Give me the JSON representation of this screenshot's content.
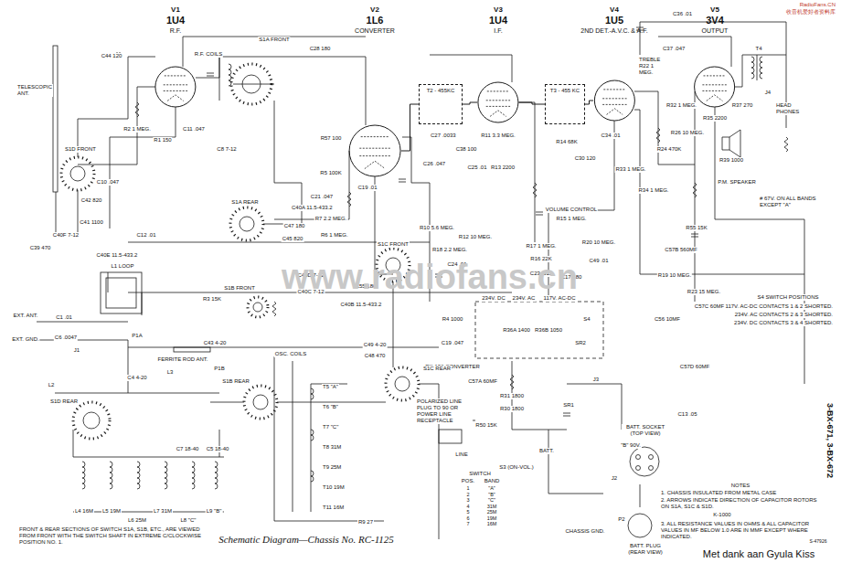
{
  "diagram": {
    "caption": "Schematic Diagram—Chassis No. RC-1125",
    "nodes": [
      {
        "text": [
          "V1",
          "1U4",
          "R.F."
        ]
      },
      {
        "text": [
          "V2",
          "1L6",
          "CONVERTER"
        ]
      },
      {
        "text": [
          "T2 - 455KC"
        ]
      },
      {
        "text": [
          "V3",
          "1U4",
          "I.F."
        ]
      },
      {
        "text": [
          "T3 - 455 KC"
        ]
      },
      {
        "text": [
          "V4",
          "1U5",
          "2ND DET.-A.V.C. & A.F."
        ]
      },
      {
        "text": [
          "V5",
          "3V4",
          "OUTPUT"
        ]
      }
    ],
    "edges": [
      {
        "from": 1,
        "to": 2,
        "arrow": "none"
      },
      {
        "from": 2,
        "to": 3,
        "arrow": "none"
      },
      {
        "from": 3,
        "to": 4,
        "arrow": "none"
      },
      {
        "from": 4,
        "to": 5,
        "arrow": "none"
      }
    ],
    "labels": [
      "RadioFans.CN",
      "收音机爱好者资料库",
      "TELESCOPIC ANT.",
      "C44 120",
      "R2 1 MEG.",
      "R1 150",
      "C11 .047",
      "S1D FRONT",
      "C39 470",
      "C10 .047",
      "C42 820",
      "C41 1100",
      "C40F 7-12",
      "C40E 11.5-433.2",
      "C12 .01",
      "R.F. COILS",
      "S1A FRONT",
      "C28 180",
      "C8 7-12",
      "S1A REAR",
      "C40A 11.5-433.2",
      "C47 180",
      "C45 820",
      "R7 2.2 MEG.",
      "R6 1 MEG.",
      "C21 .047",
      "R57 100",
      "R5 100K",
      "C19 .01",
      "C27 .0033",
      "C26 .047",
      "C38 100",
      "R11 3.3 MEG.",
      "C25 .01",
      "R13 2200",
      "R10 5.6 MEG.",
      "R12 10 MEG.",
      "R18 2.2 MEG.",
      "C24 .01",
      "VOLUME CONTROL",
      "R15 1 MEG.",
      "R17 1 MEG.",
      "R16 22K",
      "C23 .015",
      "C17 180",
      "R20 10 MEG.",
      "C49 .01",
      "R14 68K",
      "C30 120",
      "C36 .01",
      "C37 .047",
      "TREBLE R22 1 MEG.",
      "R32 1 MEG.",
      "R24 470K",
      "R26 10 MEG.",
      "R33 1 MEG.",
      "C34 .01",
      "R34 1 MEG.",
      "R35 2200",
      "R37 270",
      "R39 1000",
      "T4",
      "J4",
      "HEAD PHONES",
      "P.M. SPEAKER",
      "# 67V. ON ALL BANDS EXCEPT \"A\"",
      "R55 15K",
      "C57B 560MF",
      "R19 10 MEG.",
      "R23 15 MEG.",
      "C57C 60MF",
      "C56 10MF",
      "S4 SWITCH POSITIONS",
      "117V. AC-DC CONTACTS 1 & 2 SHORTED.",
      "234V. AC CONTACTS 2 & 3 SHORTED.",
      "234V. DC CONTACTS 3 & 4 SHORTED.",
      "R4 1000",
      "C19 .047",
      "234V. DC",
      "234V. AC",
      "117V. AC-DC",
      "R36A 1400",
      "R36B 1050",
      "S4",
      "RK-156 CONVERTER",
      "SR2",
      "C57A 60MF",
      "R31 1800",
      "R30 1800",
      "R50 15K",
      "S3 (ON-VOL.)",
      "POLARIZED LINE PLUG TO 90 OR POWER LINE RECEPTACLE",
      "LINE",
      "SR1",
      "BATT.",
      "J3",
      "J2",
      "BATT. SOCKET (TOP VIEW)",
      "\"B\" 90V.",
      "P2",
      "BATT. PLUG (REAR VIEW)",
      "CHASSIS GND.",
      "C57D 60MF",
      "C13 .05",
      "NOTES",
      "1. CHASSIS INSULATED FROM METAL CASE",
      "2. ARROWS INDICATE DIRECTION OF CAPACITOR ROTORS ON S1A, S1C & S1D.",
      "K-1000",
      "3. ALL RESISTANCE VALUES IN OHMS & ALL CAPACITOR VALUES IN MF BELOW 1.0 ARE IN MMF EXCEPT WHERE INDICATED.",
      "S-47926",
      "3-BX-671, 3-BX-672",
      "Met dank aan Gyula Kiss",
      "L1 LOOP",
      "EXT. ANT.",
      "EXT. GND.",
      "C1 .01",
      "C6 .0047",
      "J1",
      "P1A",
      "P1B",
      "FERRITE ROD ANT.",
      "C43 4-20",
      "L2",
      "C4 4-20",
      "L3",
      "S1D REAR",
      "L4 16M",
      "L5 19M",
      "L6 25M",
      "L7 31M",
      "L8 \"C\"",
      "L9 \"B\"",
      "C7 18-40",
      "C5 18-40",
      "FRONT & REAR SECTIONS OF SWITCH S1A, S1B, ETC., ARE VIEWED FROM FRONT WITH THE SWITCH SHAFT IN EXTREME C/CLOCKWISE POSITION NO. 1.",
      "R3 15K",
      "S1B FRONT",
      "C40D 7-12",
      "C40C 7-12",
      "C55 180",
      "C40B 11.5-433.2",
      "OSC. COILS",
      "C49 4-20",
      "C48 470",
      "S1B REAR",
      "S1C REAR",
      "S1C FRONT",
      "T5 \"A\"",
      "T6 \"B\"",
      "T7 \"C\"",
      "T8 31M",
      "T9 25M",
      "T10 19M",
      "T11 16M",
      "R9 27",
      "SWITCH",
      "POS.",
      "BAND",
      "1",
      "\"A\"",
      "2",
      "\"B\"",
      "3",
      "\"C\"",
      "4",
      "31M",
      "5",
      "25M",
      "6",
      "19M",
      "7",
      "16M",
      "www.radiofans.cn"
    ]
  }
}
